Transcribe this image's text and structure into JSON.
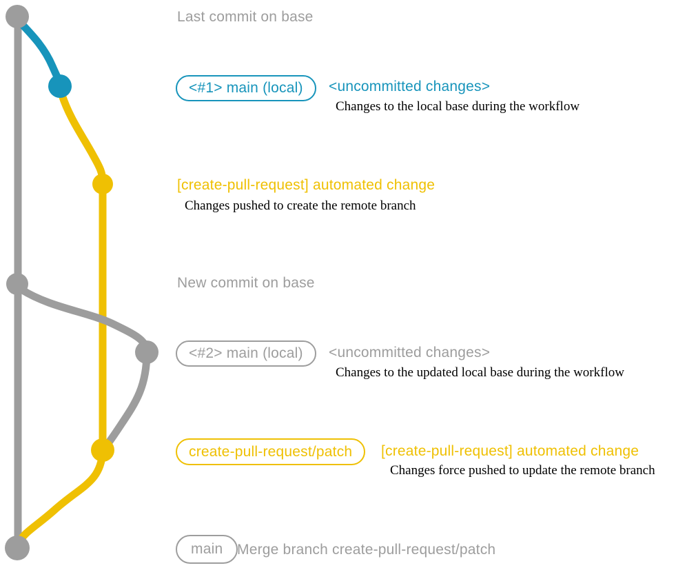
{
  "colors": {
    "gray": "#9d9d9d",
    "teal": "#1794bb",
    "yellow": "#efc003",
    "description_text": "#000000",
    "background": "#ffffff"
  },
  "graph": {
    "branch_colors": {
      "base": "#9d9d9d",
      "main_local": "#1794bb",
      "create_pull_request_patch": "#efc003"
    }
  },
  "annotations": {
    "heading_top": "Last commit on base",
    "row_main1": {
      "badge": "<#1> main (local)",
      "title": "<uncommitted changes>",
      "description": "Changes to the local base during the workflow"
    },
    "row_push1": {
      "title": "[create-pull-request] automated change",
      "description": "Changes pushed to create the remote branch"
    },
    "heading_mid": "New commit on base",
    "row_main2": {
      "badge": "<#2> main (local)",
      "title": "<uncommitted changes>",
      "description": "Changes to the updated local base during the workflow"
    },
    "row_push2": {
      "badge": "create-pull-request/patch",
      "title": "[create-pull-request] automated change",
      "description": "Changes force pushed to update the remote branch"
    },
    "row_merge": {
      "badge": "main",
      "description": "Merge branch create-pull-request/patch"
    }
  }
}
